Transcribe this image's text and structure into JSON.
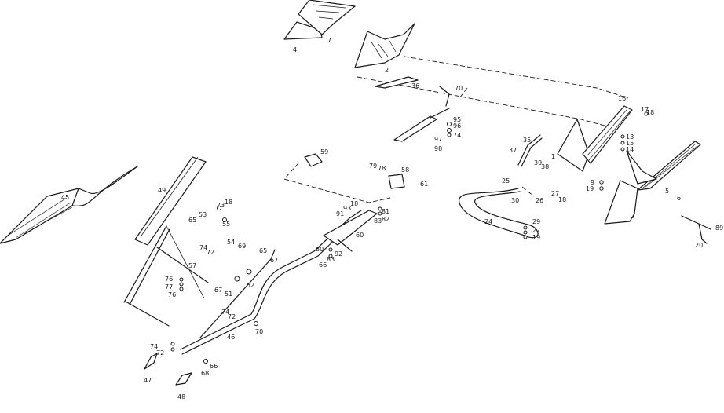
{
  "callouts": [
    {
      "id": "c4",
      "text": "4"
    },
    {
      "id": "c7a",
      "text": "7"
    },
    {
      "id": "c2",
      "text": "2"
    },
    {
      "id": "c36",
      "text": "36"
    },
    {
      "id": "c70a",
      "text": "70"
    },
    {
      "id": "c95",
      "text": "95"
    },
    {
      "id": "c96",
      "text": "96"
    },
    {
      "id": "c97",
      "text": "97"
    },
    {
      "id": "c74a",
      "text": "74"
    },
    {
      "id": "c98",
      "text": "98"
    },
    {
      "id": "c35",
      "text": "35"
    },
    {
      "id": "c37",
      "text": "37"
    },
    {
      "id": "c39",
      "text": "39"
    },
    {
      "id": "c38",
      "text": "38"
    },
    {
      "id": "c1",
      "text": "1"
    },
    {
      "id": "c16",
      "text": "16"
    },
    {
      "id": "c17",
      "text": "17"
    },
    {
      "id": "c18a",
      "text": "18"
    },
    {
      "id": "c13",
      "text": "13"
    },
    {
      "id": "c15",
      "text": "15"
    },
    {
      "id": "c14",
      "text": "14"
    },
    {
      "id": "c5",
      "text": "5"
    },
    {
      "id": "c9",
      "text": "9"
    },
    {
      "id": "c19a",
      "text": "19"
    },
    {
      "id": "c6",
      "text": "6"
    },
    {
      "id": "c7b",
      "text": "7"
    },
    {
      "id": "c89",
      "text": "89"
    },
    {
      "id": "c20",
      "text": "20"
    },
    {
      "id": "c25",
      "text": "25"
    },
    {
      "id": "c27a",
      "text": "27"
    },
    {
      "id": "c18b",
      "text": "18"
    },
    {
      "id": "c30",
      "text": "30"
    },
    {
      "id": "c26",
      "text": "26"
    },
    {
      "id": "c24",
      "text": "24"
    },
    {
      "id": "c29",
      "text": "29"
    },
    {
      "id": "c27b",
      "text": "27"
    },
    {
      "id": "c19b",
      "text": "19"
    },
    {
      "id": "c59",
      "text": "59"
    },
    {
      "id": "c79",
      "text": "79"
    },
    {
      "id": "c78",
      "text": "78"
    },
    {
      "id": "c58",
      "text": "58"
    },
    {
      "id": "c61",
      "text": "61"
    },
    {
      "id": "c93",
      "text": "93"
    },
    {
      "id": "c18c",
      "text": "18"
    },
    {
      "id": "c91",
      "text": "91"
    },
    {
      "id": "c81",
      "text": "81"
    },
    {
      "id": "c82",
      "text": "82"
    },
    {
      "id": "c83a",
      "text": "83"
    },
    {
      "id": "c60",
      "text": "60"
    },
    {
      "id": "c80",
      "text": "80"
    },
    {
      "id": "c92",
      "text": "92"
    },
    {
      "id": "c83b",
      "text": "83"
    },
    {
      "id": "c66a",
      "text": "66"
    },
    {
      "id": "c45",
      "text": "45"
    },
    {
      "id": "c49",
      "text": "49"
    },
    {
      "id": "c73",
      "text": "73"
    },
    {
      "id": "c18d",
      "text": "18"
    },
    {
      "id": "c53",
      "text": "53"
    },
    {
      "id": "c65a",
      "text": "65"
    },
    {
      "id": "c55",
      "text": "55"
    },
    {
      "id": "c54",
      "text": "54"
    },
    {
      "id": "c74b",
      "text": "74"
    },
    {
      "id": "c72a",
      "text": "72"
    },
    {
      "id": "c69",
      "text": "69"
    },
    {
      "id": "c65b",
      "text": "65"
    },
    {
      "id": "c67a",
      "text": "67"
    },
    {
      "id": "c57",
      "text": "57"
    },
    {
      "id": "c76a",
      "text": "76"
    },
    {
      "id": "c77",
      "text": "77"
    },
    {
      "id": "c76b",
      "text": "76"
    },
    {
      "id": "c67b",
      "text": "67"
    },
    {
      "id": "c51",
      "text": "51"
    },
    {
      "id": "c52",
      "text": "52"
    },
    {
      "id": "c74c",
      "text": "74"
    },
    {
      "id": "c72b",
      "text": "72"
    },
    {
      "id": "c70b",
      "text": "70"
    },
    {
      "id": "c46",
      "text": "46"
    },
    {
      "id": "c74d",
      "text": "74"
    },
    {
      "id": "c72c",
      "text": "72"
    },
    {
      "id": "c66b",
      "text": "66"
    },
    {
      "id": "c68",
      "text": "68"
    },
    {
      "id": "c47",
      "text": "47"
    },
    {
      "id": "c48",
      "text": "48"
    }
  ]
}
